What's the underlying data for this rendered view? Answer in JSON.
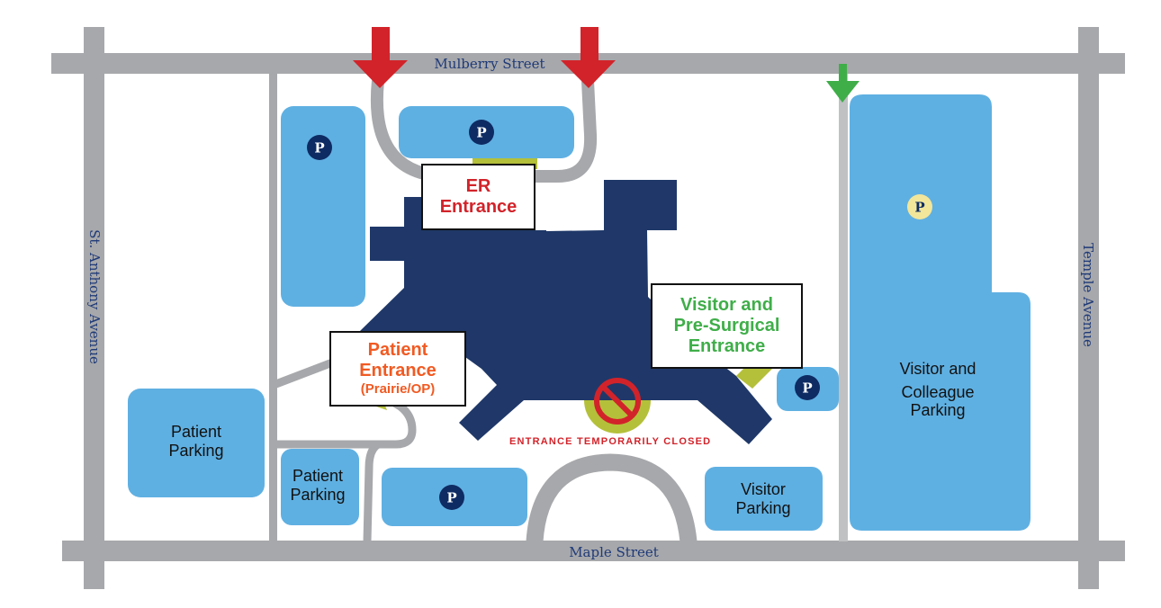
{
  "map": {
    "colors": {
      "road": "#a7a8ab",
      "road_light": "#bfc1c3",
      "building": "#1f3869",
      "parking": "#5fb0e2",
      "parking_icon_bg": "#0e2b63",
      "parking_icon_alt_bg": "#f2e69a",
      "er_red": "#d2232a",
      "patient_orange": "#f15a22",
      "visitor_green": "#3fae49",
      "entrance_green": "#b4c03a",
      "street_text": "#1f3a78"
    },
    "streets": {
      "north": "Mulberry Street",
      "south": "Maple Street",
      "west": "St. Anthony Avenue",
      "east": "Temple Avenue"
    },
    "entrances": {
      "er": {
        "line1": "ER",
        "line2": "Entrance"
      },
      "patient": {
        "line1": "Patient",
        "line2": "Entrance",
        "line3": "(Prairie/OP)"
      },
      "visitor": {
        "line1": "Visitor and",
        "line2": "Pre-Surgical",
        "line3": "Entrance"
      },
      "closed_notice": "ENTRANCE TEMPORARILY CLOSED"
    },
    "parking_icon_letter": "P",
    "lots": {
      "patient_west": {
        "line1": "Patient",
        "line2": "Parking"
      },
      "patient_small": {
        "line1": "Patient",
        "line2": "Parking"
      },
      "visitor_south": {
        "line1": "Visitor",
        "line2": "Parking"
      },
      "visitor_colleague": {
        "line1": "Visitor and",
        "line2": "Colleague",
        "line3": "Parking"
      }
    }
  }
}
